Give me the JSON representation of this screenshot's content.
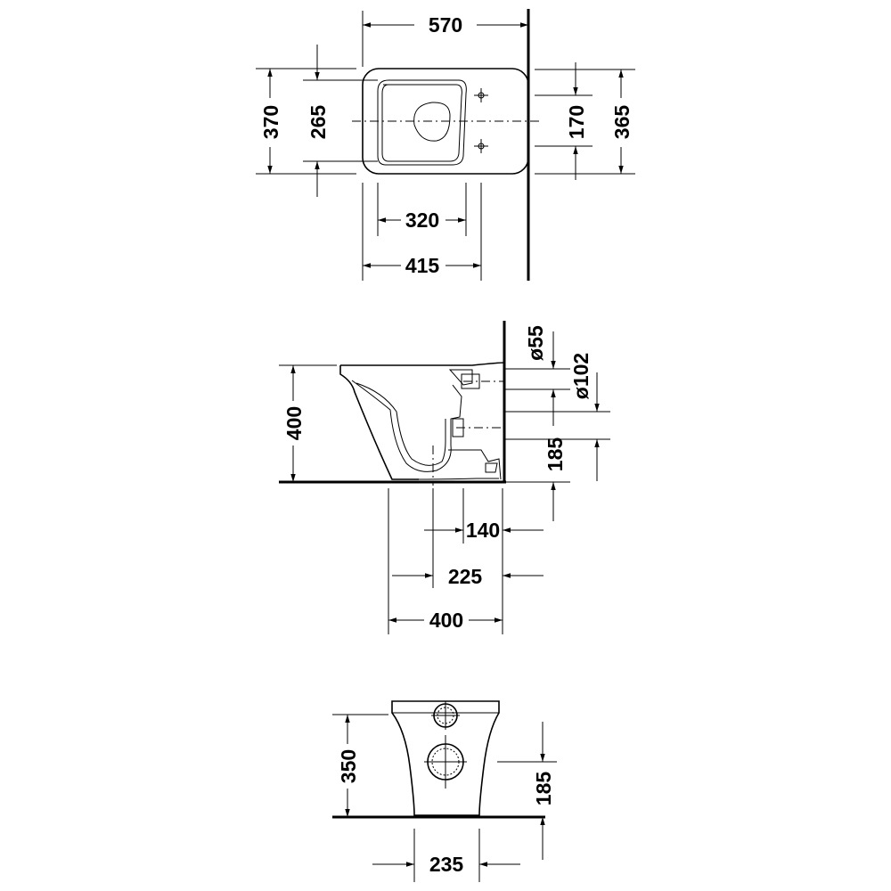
{
  "top_view": {
    "width_570": "570",
    "depth_370": "370",
    "depth_265": "265",
    "depth_170": "170",
    "depth_365": "365",
    "width_320": "320",
    "width_415": "415"
  },
  "side_view": {
    "dia_55": "ø55",
    "dia_102": "ø102",
    "height_400": "400",
    "height_185": "185",
    "len_140": "140",
    "len_225": "225",
    "len_400": "400"
  },
  "front_view": {
    "height_350": "350",
    "height_185": "185",
    "width_235": "235"
  }
}
